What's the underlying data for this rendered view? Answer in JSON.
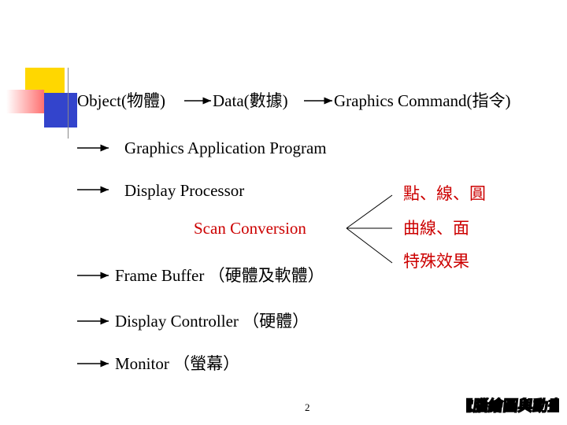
{
  "slide": {
    "top_row": {
      "object": "Object(物體)",
      "data": "Data(數據)",
      "command": "Graphics Command(指令)"
    },
    "pipeline": [
      "Graphics Application Program",
      "Display Processor",
      "Scan Conversion",
      "Frame Buffer （硬體及軟體）",
      "Display Controller （硬體）",
      "Monitor （螢幕）"
    ],
    "outputs": [
      "點、線、圓",
      "曲線、面",
      "特殊效果"
    ],
    "page_number": "2",
    "logo_text": "電腦繪圖與動畫"
  },
  "colors": {
    "yellow": "#ffd700",
    "red": "#ff6b6b",
    "blue": "#3344cc",
    "accent_text": "#cc0000"
  }
}
